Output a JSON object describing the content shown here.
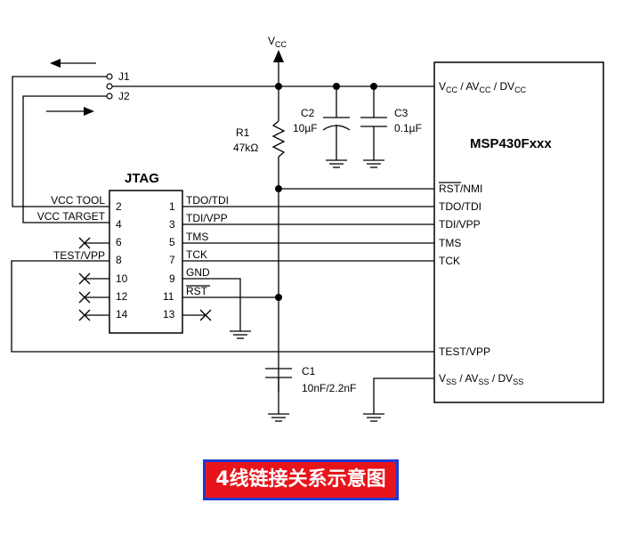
{
  "supply": {
    "vcc_main": "V",
    "vcc_sub": "CC"
  },
  "jumpers": {
    "j1": "J1",
    "j2": "J2"
  },
  "resistor": {
    "name": "R1",
    "value": "47kΩ"
  },
  "capacitors": {
    "c2": {
      "name": "C2",
      "value": "10µF"
    },
    "c3": {
      "name": "C3",
      "value": "0.1µF"
    },
    "c1": {
      "name": "C1",
      "value": "10nF/2.2nF"
    }
  },
  "jtag": {
    "title": "JTAG",
    "left_labels": {
      "vcc_tool": "VCC TOOL",
      "vcc_target": "VCC TARGET",
      "test_vpp": "TEST/VPP"
    },
    "left_pins": [
      "2",
      "4",
      "6",
      "8",
      "10",
      "12",
      "14"
    ],
    "right_pins": [
      "1",
      "3",
      "5",
      "7",
      "9",
      "11",
      "13"
    ],
    "right_signals": {
      "tdo_tdi": "TDO/TDI",
      "tdi_vpp": "TDI/VPP",
      "tms": "TMS",
      "tck": "TCK",
      "gnd": "GND",
      "rst": "RST"
    }
  },
  "mcu": {
    "title": "MSP430Fxxx",
    "pins": {
      "vcc_line": {
        "p1": "V",
        "s1": "CC",
        "p2": " / AV",
        "s2": "CC",
        "p3": " / DV",
        "s3": "CC"
      },
      "rst_nmi": {
        "over": "RST",
        "rest": "/NMI"
      },
      "tdo_tdi": "TDO/TDI",
      "tdi_vpp": "TDI/VPP",
      "tms": "TMS",
      "tck": "TCK",
      "test_vpp": "TEST/VPP",
      "vss_line": {
        "p1": "V",
        "s1": "SS",
        "p2": " / AV",
        "s2": "SS",
        "p3": " / DV",
        "s3": "SS"
      }
    }
  },
  "caption": "4线链接关系示意图",
  "colors": {
    "caption_bg": "#e8141b",
    "caption_border": "#1d3ad6",
    "caption_text": "#ffffff"
  }
}
